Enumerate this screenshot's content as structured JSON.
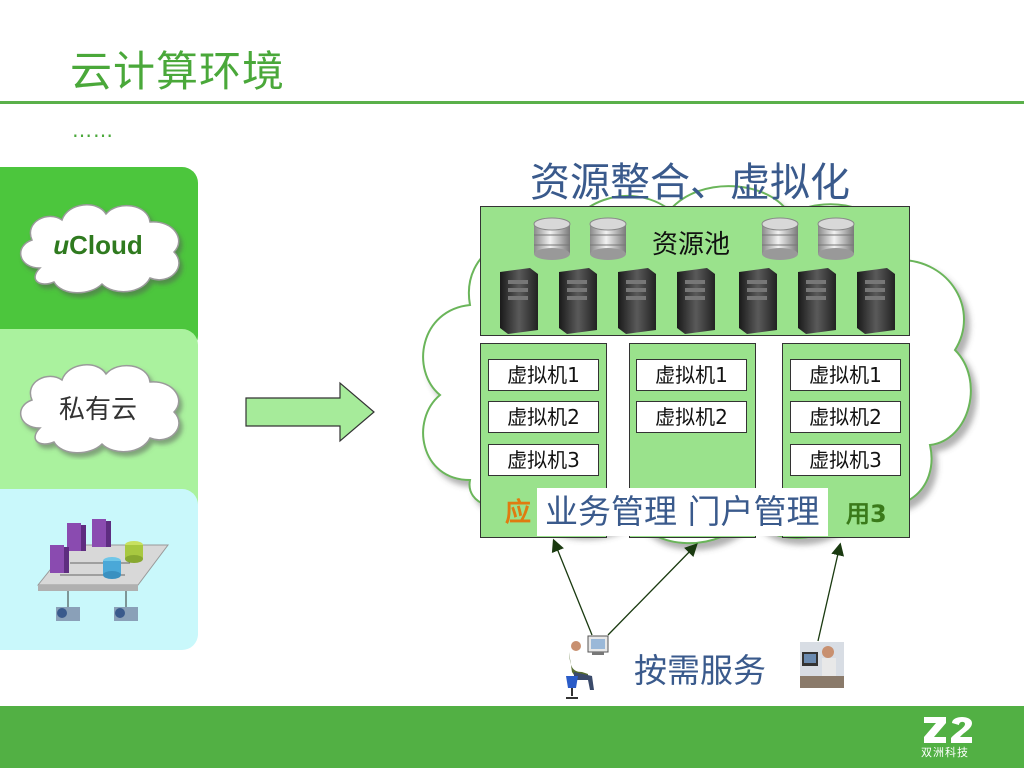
{
  "slide": {
    "title": "云计算环境",
    "ellipsis": "……"
  },
  "left_panel": {
    "ucloud_prefix": "u",
    "ucloud_suffix": "Cloud",
    "private_cloud": "私有云"
  },
  "diagram": {
    "heading": "资源整合、虚拟化",
    "pool_label": "资源池",
    "columns": [
      {
        "vms": [
          "虚拟机1",
          "虚拟机2",
          "虚拟机3"
        ]
      },
      {
        "vms": [
          "虚拟机1",
          "虚拟机2"
        ]
      },
      {
        "vms": [
          "虚拟机1",
          "虚拟机2",
          "虚拟机3"
        ]
      }
    ],
    "app_left_fragment": "应",
    "app_right_fragment": "用3",
    "overlay": "业务管理  门户管理",
    "on_demand": "按需服务"
  },
  "footer": {
    "brand_sub": "双洲科技"
  },
  "colors": {
    "accent_green": "#4aa83a",
    "pool_green": "#9ae28c",
    "title_blue": "#3a5a8c",
    "footer_green": "#52b044"
  }
}
